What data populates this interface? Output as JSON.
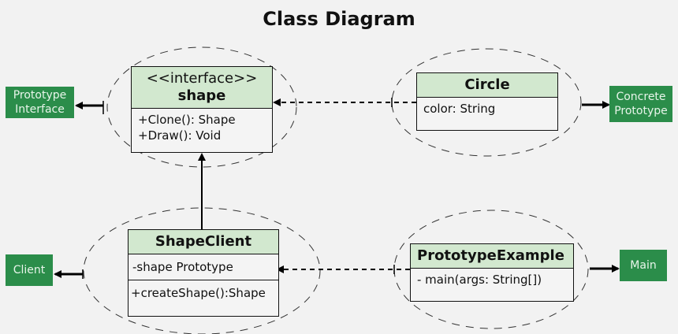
{
  "title": "Class Diagram",
  "classes": {
    "shape": {
      "stereotype": "<<interface>>",
      "name": "shape",
      "methods": [
        "+Clone(): Shape",
        "+Draw(): Void"
      ]
    },
    "circle": {
      "name": "Circle",
      "attributes": [
        "color: String"
      ]
    },
    "shape_client": {
      "name": "ShapeClient",
      "attributes": [
        "-shape Prototype"
      ],
      "methods": [
        "+createShape():Shape"
      ]
    },
    "prototype_example": {
      "name": "PrototypeExample",
      "methods": [
        "- main(args: String[])"
      ]
    }
  },
  "labels": {
    "prototype_interface": [
      "Prototype",
      "Interface"
    ],
    "concrete_prototype": [
      "Concrete",
      "Prototype"
    ],
    "client": "Client",
    "main": "Main"
  },
  "colors": {
    "class_header": "#d2e8cf",
    "label_bg": "#2b8d4a",
    "background": "#f2f2f2"
  }
}
